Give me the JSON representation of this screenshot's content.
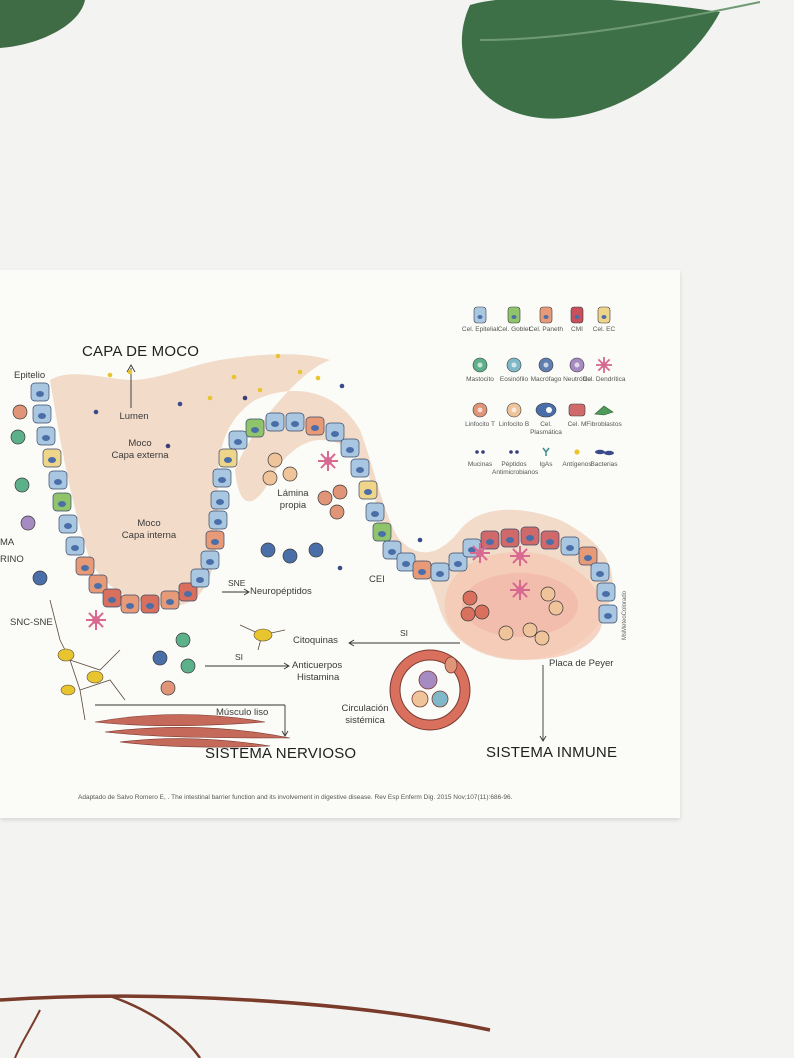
{
  "labels": {
    "capa_moco": "CAPA DE MOCO",
    "epitelio": "Epitelio",
    "lumen": "Lumen",
    "moco_ext_1": "Moco",
    "moco_ext_2": "Capa externa",
    "moco_int_1": "Moco",
    "moco_int_2": "Capa interna",
    "lamina_1": "Lámina",
    "lamina_2": "propia",
    "cei": "CEI",
    "sne": "SNE",
    "neuropeptidos": "Neuropéptidos",
    "citoquinas": "Citoquinas",
    "si_top": "SI",
    "si_left": "SI",
    "anticuerpos": "Anticuerpos",
    "histamina": "Histamina",
    "musculo": "Músculo liso",
    "circ_1": "Circulación",
    "circ_2": "sistémica",
    "placa": "Placa de Peyer",
    "snc_sne": "SNC-SNE",
    "cut_ma": "MA",
    "cut_rino": "RINO",
    "sistema_nervioso": "SISTEMA NERVIOSO",
    "sistema_inmune": "SISTEMA INMUNE",
    "watermark": "MsMeteoColorado",
    "citation": "Adaptado de Salvo Romero E, . The intestinal barrier function and its involvement in digestive disease. Rev Esp Enferm Dig. 2015 Nov;107(11):686-96."
  },
  "legend": [
    {
      "label": "Cel. Epitelial",
      "icon": "epithelial-cell-icon",
      "color": "#a9c7e0"
    },
    {
      "label": "Cel. Goblet",
      "icon": "goblet-cell-icon",
      "color": "#8fc46a"
    },
    {
      "label": "Cel. Paneth",
      "icon": "paneth-cell-icon",
      "color": "#e69a78"
    },
    {
      "label": "CMI",
      "icon": "cmi-cell-icon",
      "color": "#c8505a"
    },
    {
      "label": "Cel. EC",
      "icon": "ec-cell-icon",
      "color": "#efd58a"
    },
    {
      "label": "Mastocito",
      "icon": "mast-cell-icon",
      "color": "#5cb08a"
    },
    {
      "label": "Eosinófilo",
      "icon": "eosinophil-icon",
      "color": "#7fb9c9"
    },
    {
      "label": "Macrófago",
      "icon": "macrophage-icon",
      "color": "#5e7fb0"
    },
    {
      "label": "Neutrófilo",
      "icon": "neutrophil-icon",
      "color": "#a58bc2"
    },
    {
      "label": "Cel. Dendrítica",
      "icon": "dendritic-cell-icon",
      "color": "#d86a92"
    },
    {
      "label": "Linfocito T",
      "icon": "t-lymphocyte-icon",
      "color": "#e09478"
    },
    {
      "label": "Linfocito B",
      "icon": "b-lymphocyte-icon",
      "color": "#f0c49a"
    },
    {
      "label": "Cel. Plasmática",
      "icon": "plasma-cell-icon",
      "color": "#4a6ea8"
    },
    {
      "label": "Cel. M",
      "icon": "m-cell-icon",
      "color": "#d06a6a"
    },
    {
      "label": "Fibroblastos",
      "icon": "fibroblast-icon",
      "color": "#4f9a5a"
    },
    {
      "label": "Mucinas",
      "icon": "mucin-icon",
      "color": "#3a3f7a"
    },
    {
      "label": "Péptidos Antimicrobianos",
      "icon": "antimicrobial-peptide-icon",
      "color": "#3a3f7a"
    },
    {
      "label": "IgAs",
      "icon": "iga-icon",
      "color": "#3f8c8c"
    },
    {
      "label": "Antígenos",
      "icon": "antigen-icon",
      "color": "#e8c52e"
    },
    {
      "label": "Bacterias",
      "icon": "bacteria-icon",
      "color": "#3a4a8a"
    }
  ]
}
